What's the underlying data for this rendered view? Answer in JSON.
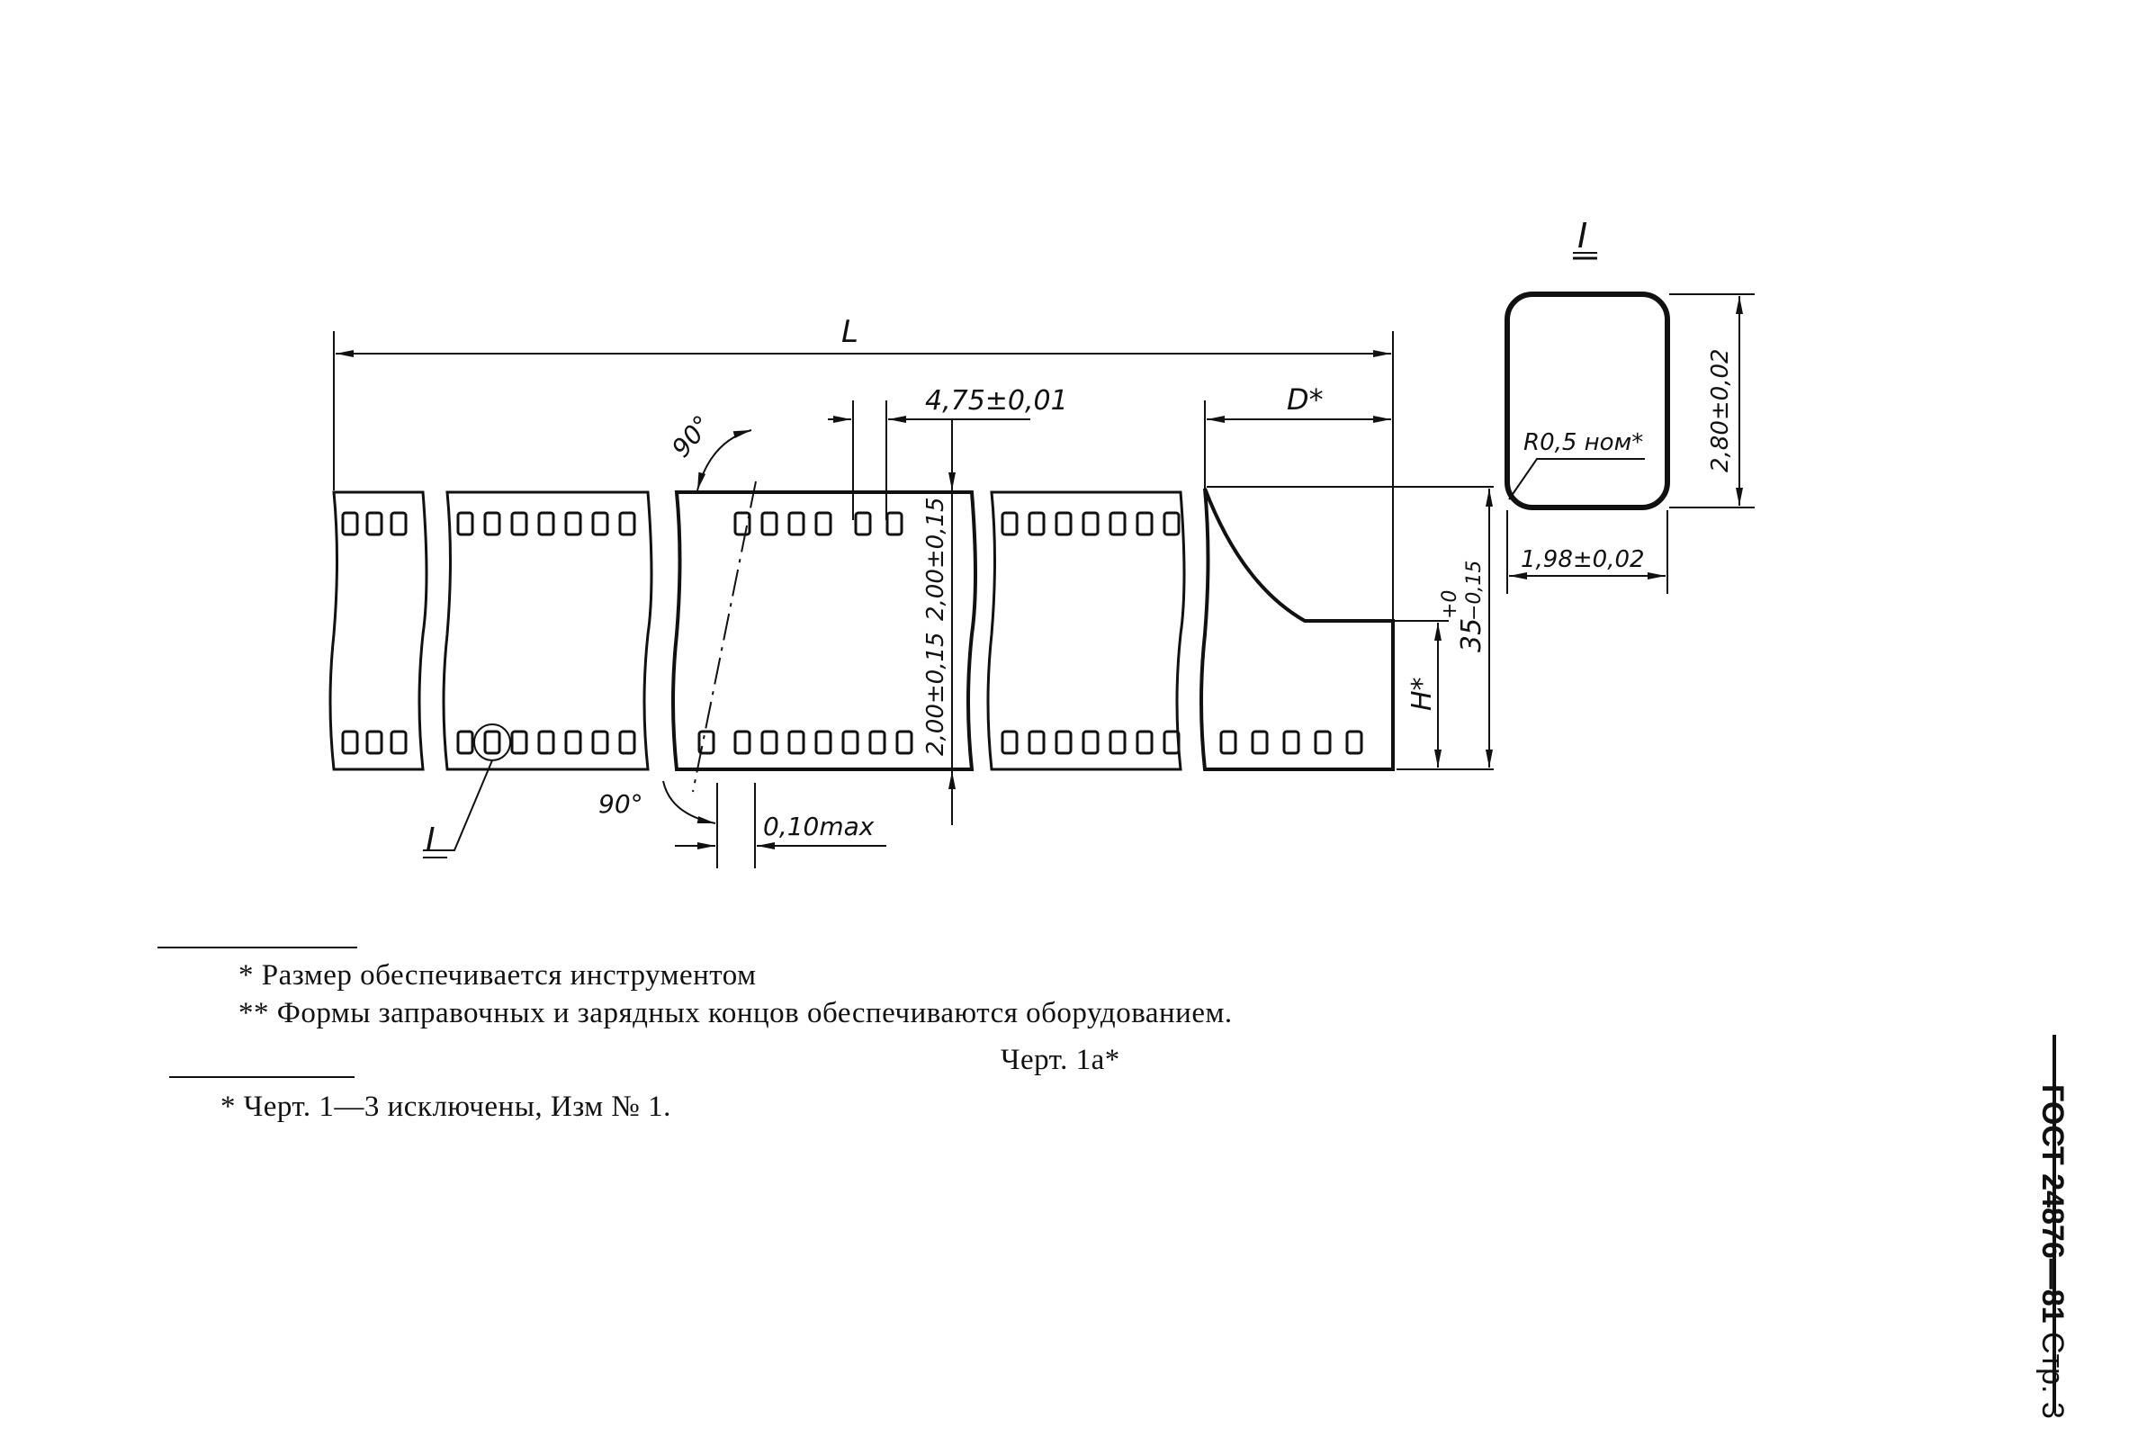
{
  "drawing": {
    "dimensions": {
      "L": "L",
      "perforation_pitch": "4,75±0,01",
      "D": "D*",
      "detail_label_top": "I",
      "detail_label_bottom": "I",
      "radius": "R0,5 ном*",
      "height_280": "2,80±0,02",
      "width_198": "1,98±0,02",
      "film_35": "35",
      "film_35_tol_upper": "+0",
      "film_35_tol_lower": "−0,15",
      "H": "H*",
      "edge_dist_upper": "2,00±0,15",
      "edge_dist_lower": "2,00±0,15",
      "angle_top": "90°",
      "angle_bottom": "90°",
      "max_010": "0,10max"
    }
  },
  "notes": {
    "asterisk_1": "*  Размер обеспечивается инструментом",
    "asterisk_2": "**  Формы заправочных и зарядных концов обеспечиваются оборудованием.",
    "caption": "Черт. 1а*",
    "footnote": "*  Черт. 1—3 исключены, Изм  № 1."
  },
  "sidebar": {
    "standard": "ГОСТ 24876—81",
    "page": "Стр. 3"
  }
}
